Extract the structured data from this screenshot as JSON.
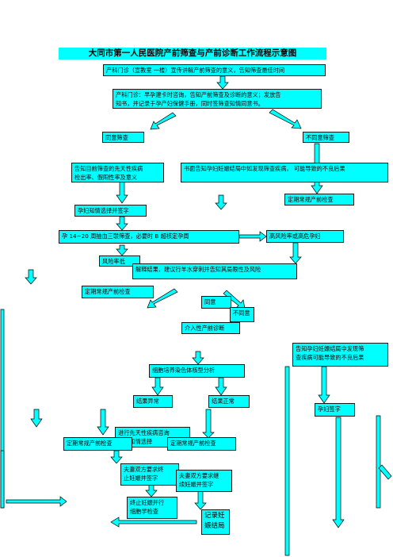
{
  "title": "大同市第一人民医院产前筛查与产前诊断工作流程示意图",
  "nodes": {
    "intro": "产科门诊（宣教室 一楼）宣传讲解产前筛查的意义，告知筛查最佳时间",
    "clinic": "产科门诊：早孕建卡时咨询，告知产前筛查及诊断的意义；发放告\n知书，并记录于孕产妇保健手册，同时签筛查知情同意书。",
    "agree": "同意筛查",
    "disagree": "不同意筛查",
    "inform_screen": "告知目前筛查的先天性疾病\n检出率、假阳性率及意义",
    "inform_written": "书面告知孕妇妊娠结局中如发现筛查疾病，   可能导致的不良后果",
    "sign_choice": "孕妇知情选择并签字",
    "routine_1": "定期常规产前检查",
    "triple_screen": "孕 14~20 周抽血三联筛查，必要时 B 超核定孕周",
    "high_risk": "高风险率或高危孕妇",
    "low_risk": "风险率低",
    "explain": "解释结果，建议行羊水穿刺并告知其局限性及风险",
    "routine_2": "定期常规产前检查",
    "agree_2": "同意",
    "disagree_2": "不同意",
    "diagnosis": "介入性产前诊断",
    "inform_outcome": "告知孕妇妊娠结局中发现筛\n查疾病可能导致的不良后果",
    "karyotype": "细胞培养染色体核型分析",
    "abnormal": "结果异常",
    "normal": "结果正常",
    "sign_2": "孕妇签字",
    "counsel": "进行先天性疾病咨询\n进行知情选择",
    "routine_3": "定期常规产前检查",
    "routine_4": "定期常规产前检查",
    "terminate_req": "夫妻双方要求终\n止妊娠并签字",
    "continue_req": "夫妻双方要求继\n续妊娠并签字",
    "terminate": "终止妊娠并行\n细胞学检查",
    "record": "记录妊\n娠结局"
  }
}
